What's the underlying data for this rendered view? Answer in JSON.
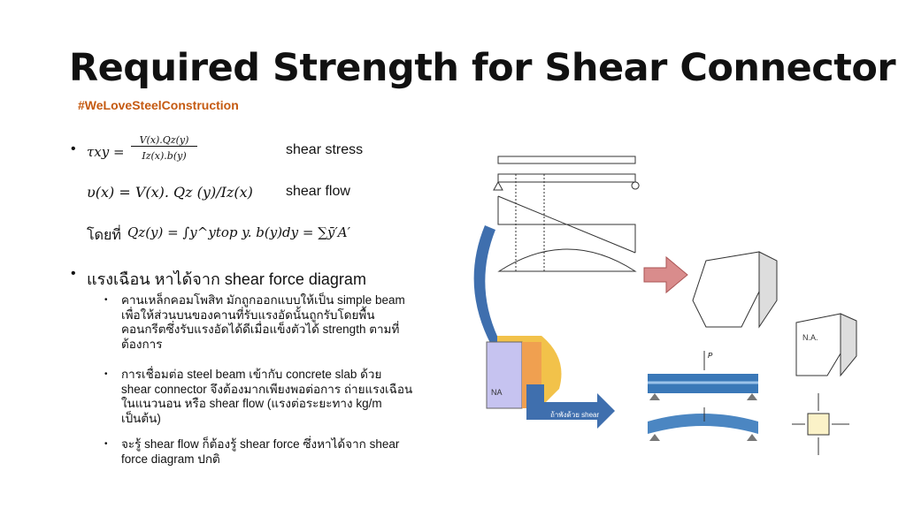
{
  "title": "Required Strength for Shear Connector",
  "hashtag": "#WeLoveSteelConstruction",
  "formulas": {
    "tau_lhs": "τxy =",
    "tau_num": "V(x).Qz(y)",
    "tau_den": "Iz(x).b(y)",
    "tau_label": "shear stress",
    "flow": "υ(x) = V(x). Qz (y)/Iz(x)",
    "flow_label": "shear flow",
    "q_prefix": "โดยที่",
    "q": "Qz(y) = ∫y^ytop y. b(y)dy = ∑ȳ′A′"
  },
  "bullet2": "แรงเฉือน หาได้จาก shear force diagram",
  "subbullets": [
    "คานเหล็กคอมโพสิท มักถูกออกแบบให้เป็น simple beam เพื่อให้ส่วนบนของคานที่รับแรงอัดนั้นถูกรับโดยพื้นคอนกรีตซึ่งรับแรงอัดได้ดีเมื่อแข็งตัวได้ strength ตามที่ต้องการ",
    "การเชื่อมต่อ steel beam เข้ากับ concrete slab ด้วย shear connector จึงต้องมากเพียงพอต่อการ ถ่ายแรงเฉือนในแนวนอน หรือ shear flow (แรงต่อระยะทาง kg/m เป็นต้น)",
    "จะรู้ shear flow ก็ต้องรู้ shear force ซึ่งหาได้จาก shear force diagram ปกติ"
  ],
  "figure": {
    "arrow_label": "ถ้าพังด้วย shear",
    "na_label": "NA",
    "na3d_label": "N.A.",
    "load_label": "P"
  },
  "colors": {
    "accent": "#c55a11",
    "blue_arrow": "#3f6fae",
    "pink_arrow": "#d98c8c"
  }
}
